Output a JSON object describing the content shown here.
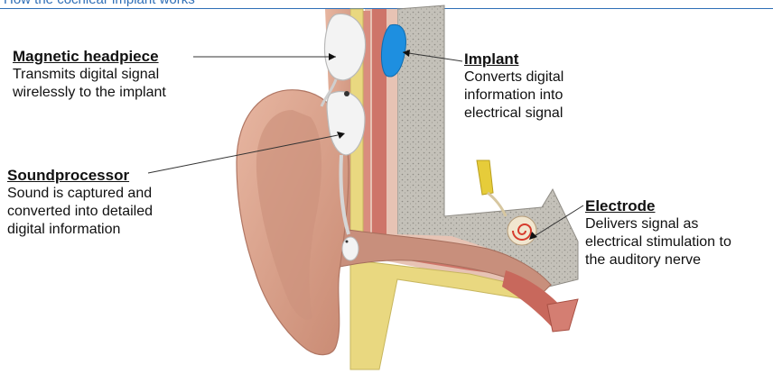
{
  "header": {
    "fragment": "How the cochlear implant works"
  },
  "callouts": {
    "headpiece": {
      "title": "Magnetic headpiece",
      "description": "Transmits digital signal\nwirelessly to the implant"
    },
    "implant": {
      "title": "Implant",
      "description": "Converts digital\ninformation into\nelectrical signal"
    },
    "soundprocessor": {
      "title": "Soundprocessor",
      "description": "Sound is captured and\nconverted into detailed\ndigital information"
    },
    "electrode": {
      "title": "Electrode",
      "description": "Delivers signal as\nelectrical stimulation to\nthe auditory nerve"
    }
  },
  "colors": {
    "header_blue": "#2f6fb7",
    "skin": "#d9a08a",
    "skin_dark": "#b97c67",
    "bone": "#e8d98a",
    "skull_grey": "#bdbab2",
    "implant_blue": "#1e8fe0",
    "device_white": "#f2f2f2",
    "nerve": "#c8685c"
  }
}
